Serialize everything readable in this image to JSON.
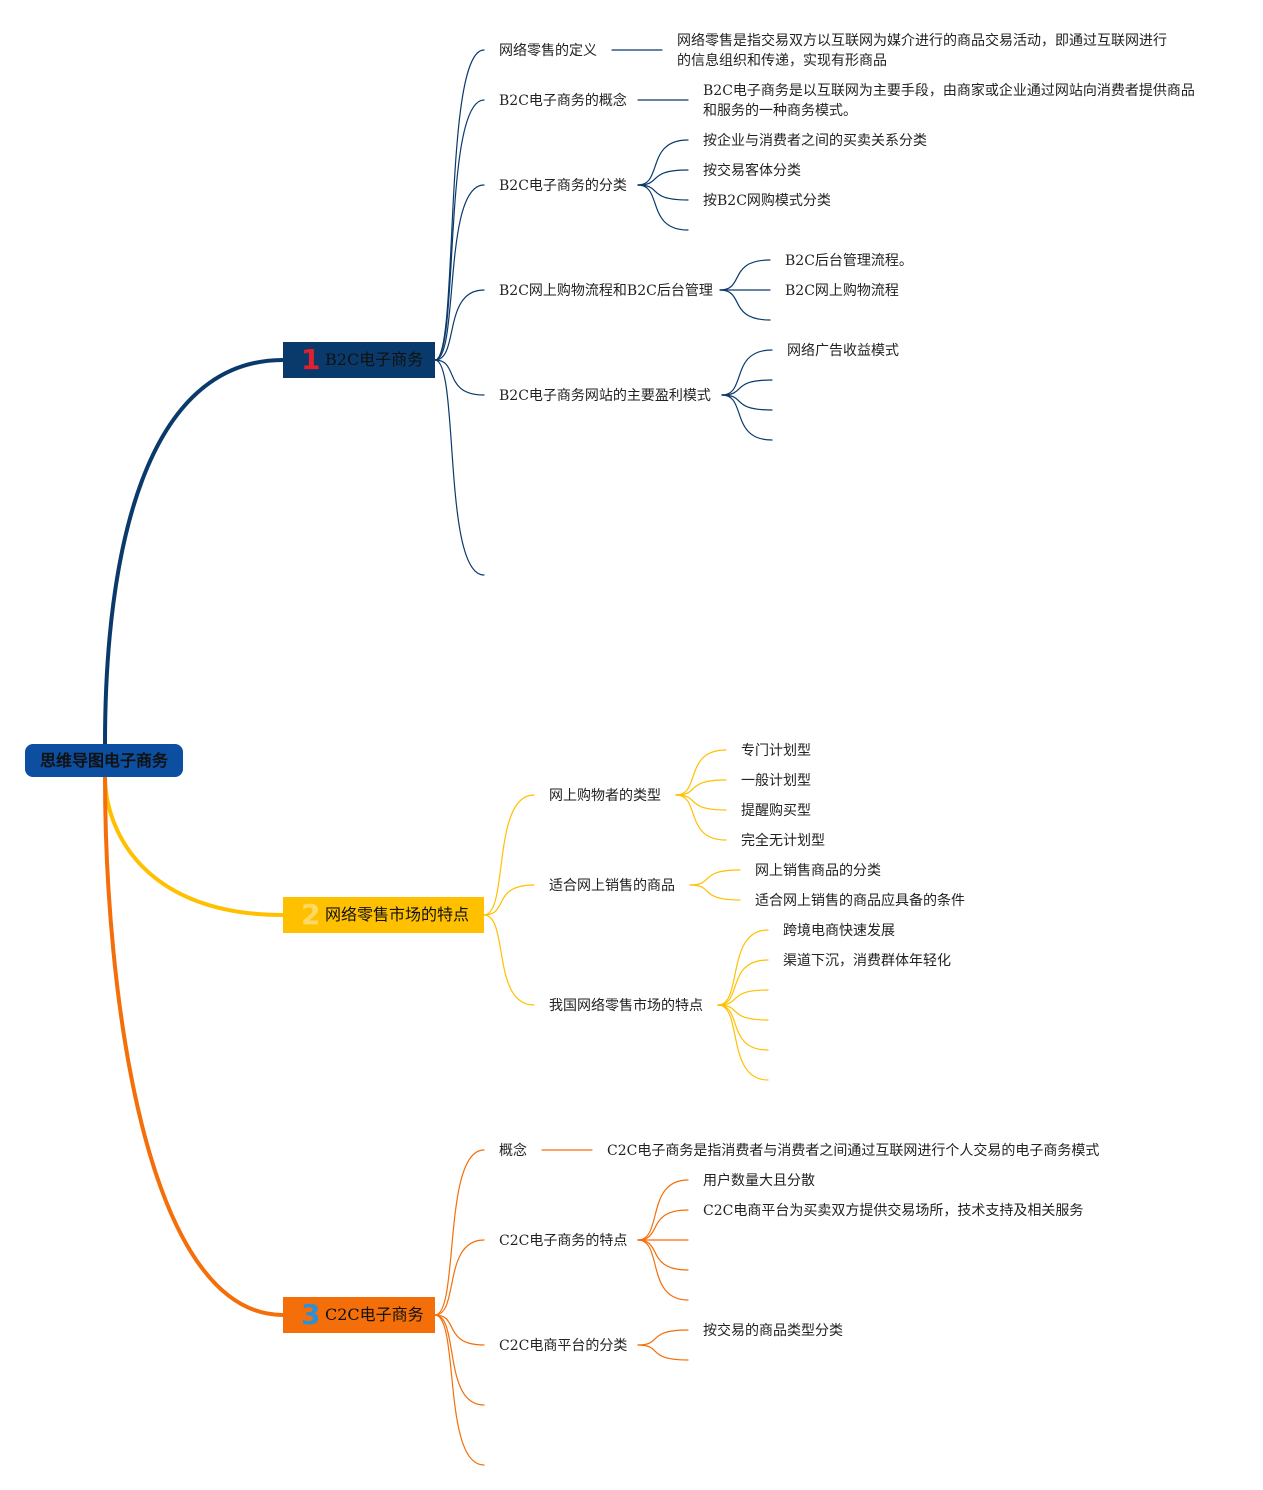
{
  "colors": {
    "branch1": "#0a3a6b",
    "branch2": "#ffc000",
    "branch3": "#f46f09",
    "root": "#0c4fa0"
  },
  "root": {
    "label": "思维导图电子商务"
  },
  "branch1": {
    "num": "1",
    "label": "B2C电子商务",
    "num_color": "#e0202d",
    "topics": {
      "def": {
        "label": "网络零售的定义",
        "text": "网络零售是指交易双方以互联网为媒介进行的商品交易活动，即通过互联网进行的信息组织和传递，实现有形商品"
      },
      "concept": {
        "label": "B2C电子商务的概念",
        "text": "B2C电子商务是以互联网为主要手段，由商家或企业通过网站向消费者提供商品和服务的一种商务模式。"
      },
      "class": {
        "label": "B2C电子商务的分类",
        "items": [
          "按企业与消费者之间的买卖关系分类",
          "按交易客体分类",
          "按B2C网购模式分类"
        ]
      },
      "flow": {
        "label": "B2C网上购物流程和B2C后台管理",
        "items": [
          "B2C后台管理流程。",
          "B2C网上购物流程"
        ]
      },
      "profit": {
        "label": "B2C电子商务网站的主要盈利模式",
        "items": [
          "网络广告收益模式"
        ]
      }
    }
  },
  "branch2": {
    "num": "2",
    "label": "网络零售市场的特点",
    "num_color": "#ffd966",
    "topics": {
      "shoppers": {
        "label": "网上购物者的类型",
        "items": [
          "专门计划型",
          "一般计划型",
          "提醒购买型",
          "完全无计划型"
        ]
      },
      "goods": {
        "label": "适合网上销售的商品",
        "items": [
          "网上销售商品的分类",
          "适合网上销售的商品应具备的条件"
        ]
      },
      "china": {
        "label": "我国网络零售市场的特点",
        "items": [
          "跨境电商快速发展",
          "渠道下沉，消费群体年轻化"
        ]
      }
    }
  },
  "branch3": {
    "num": "3",
    "label": "C2C电子商务",
    "num_color": "#2e8fd6",
    "topics": {
      "concept": {
        "label": "概念",
        "text": "C2C电子商务是指消费者与消费者之间通过互联网进行个人交易的电子商务模式"
      },
      "features": {
        "label": "C2C电子商务的特点",
        "items": [
          "用户数量大且分散",
          "C2C电商平台为买卖双方提供交易场所，技术支持及相关服务"
        ]
      },
      "platform": {
        "label": "C2C电商平台的分类",
        "items": [
          "按交易的商品类型分类"
        ]
      }
    }
  }
}
